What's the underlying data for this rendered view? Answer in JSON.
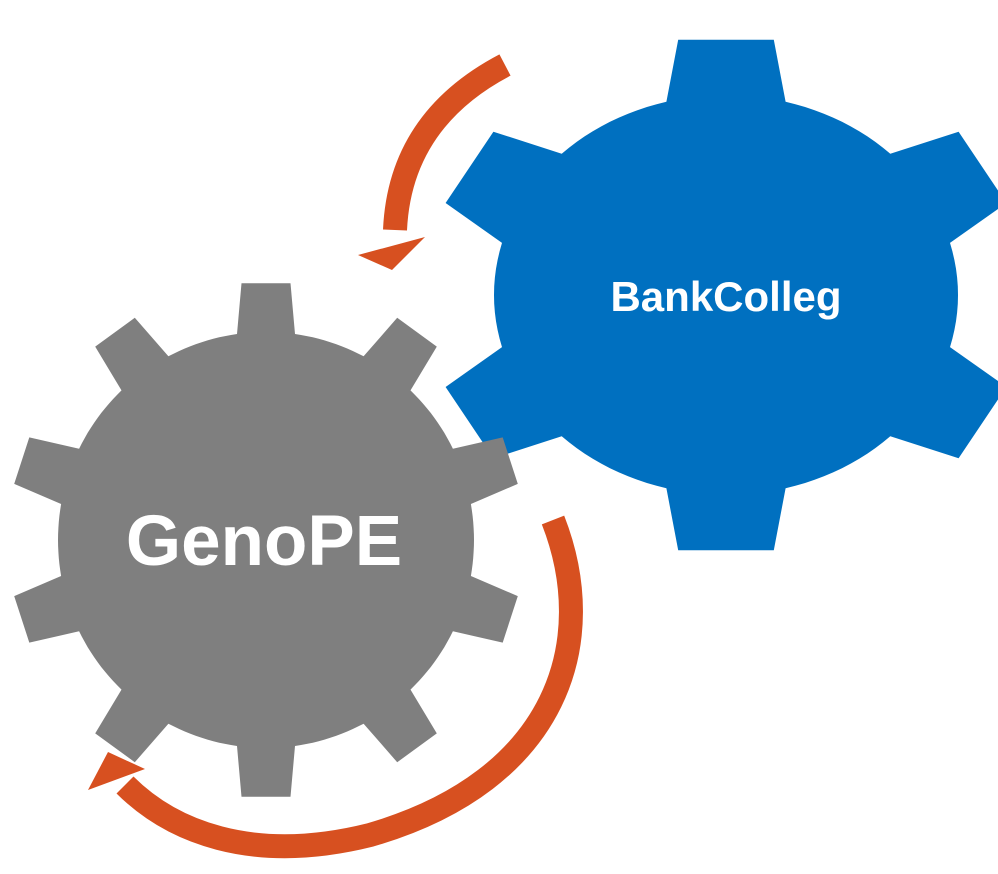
{
  "gears": [
    {
      "id": "bankcolleg",
      "label": "BankColleg",
      "color": "#0070C0"
    },
    {
      "id": "genope",
      "label": "GenoPE",
      "color": "#7F7F7F"
    }
  ],
  "arrows": [
    {
      "id": "arrow-top",
      "color": "#D75020"
    },
    {
      "id": "arrow-bottom",
      "color": "#D75020"
    }
  ]
}
